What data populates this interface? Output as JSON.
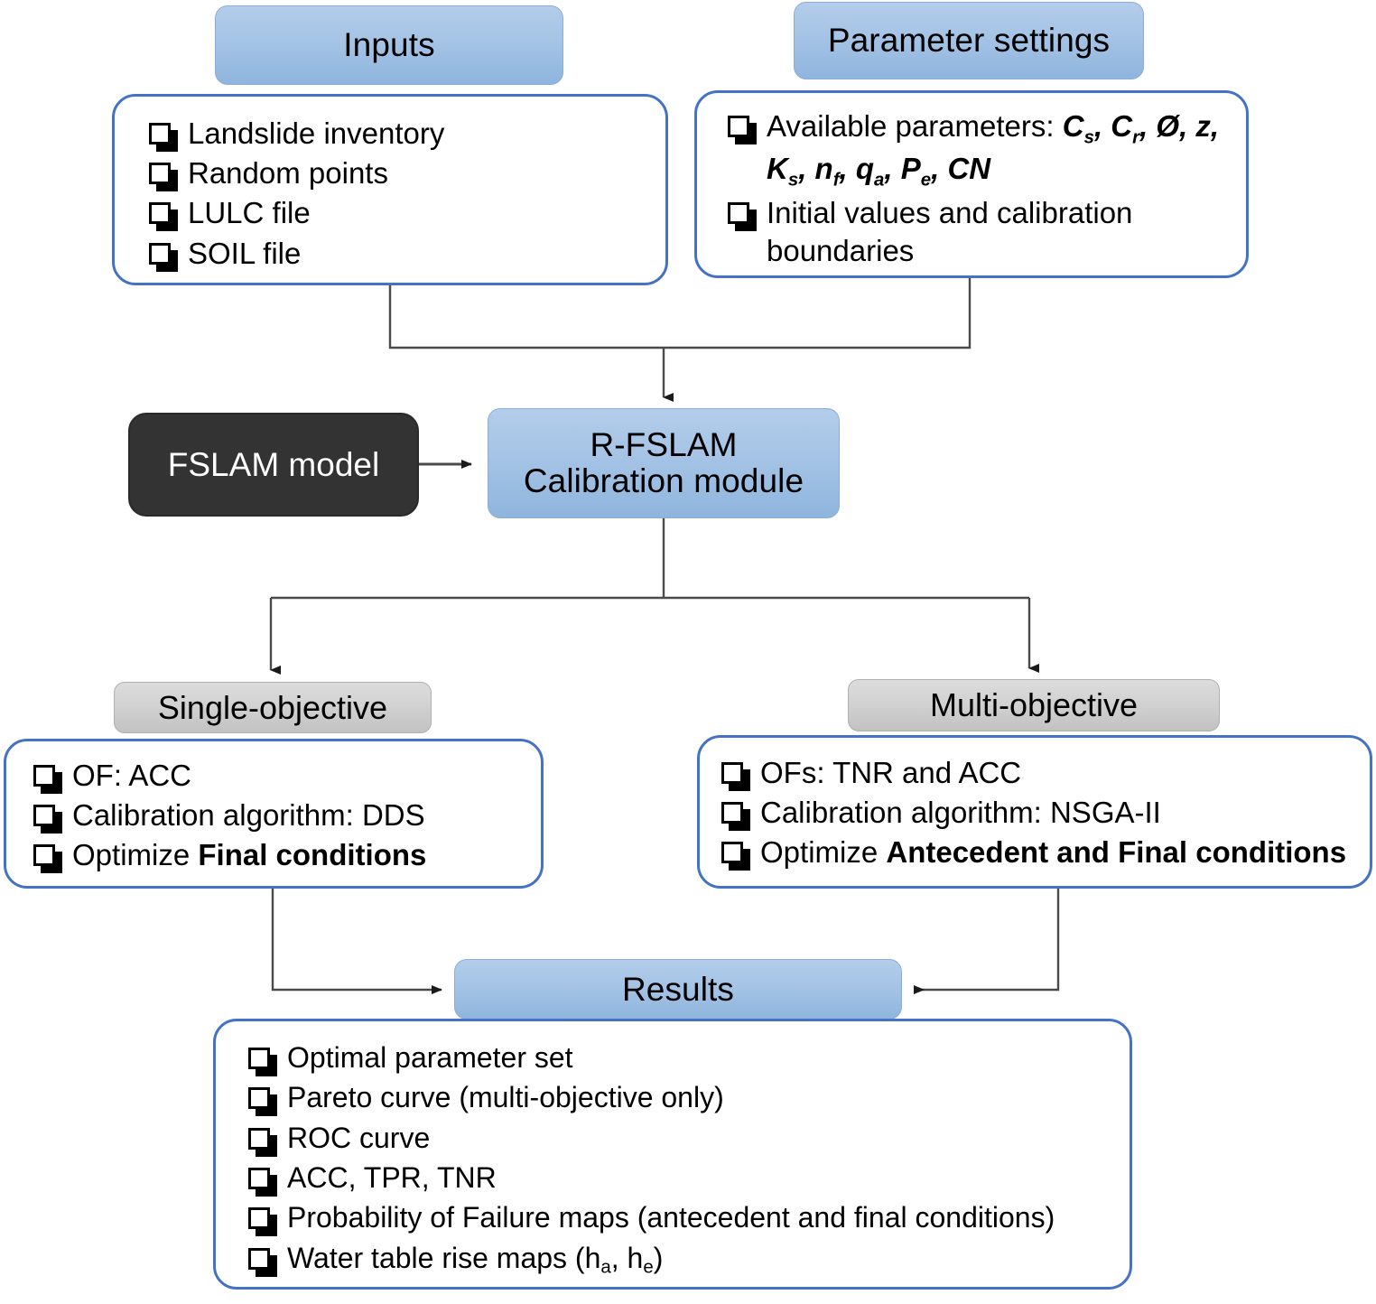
{
  "diagram": {
    "title": "R-FSLAM calibration module workflow",
    "colors": {
      "blue_fill": "#a6c4e6",
      "blue_border": "#4472c4",
      "gray_fill": "#d2d2d2",
      "dark_fill": "#333333",
      "connector": "#404040"
    }
  },
  "inputs": {
    "header": "Inputs",
    "items": [
      "Landslide inventory",
      "Random points",
      "LULC file",
      "SOIL file"
    ]
  },
  "parameter_settings": {
    "header": "Parameter settings",
    "items": [
      {
        "prefix": "Available parameters: ",
        "parameters": "Cs, Cr, Ø, z, Ks, nf, qa, Pe, CN"
      },
      {
        "text": "Initial values and calibration boundaries"
      }
    ]
  },
  "model": {
    "fslam_label": "FSLAM model",
    "calibration_line1": "R-FSLAM",
    "calibration_line2": "Calibration module"
  },
  "single_objective": {
    "header": "Single-objective",
    "items": [
      {
        "text": "OF: ACC"
      },
      {
        "text": "Calibration algorithm: DDS"
      },
      {
        "prefix": "Optimize ",
        "bold": "Final conditions"
      }
    ]
  },
  "multi_objective": {
    "header": "Multi-objective",
    "items": [
      {
        "text": "OFs: TNR and ACC"
      },
      {
        "text": "Calibration algorithm: NSGA-II"
      },
      {
        "prefix": "Optimize ",
        "bold": "Antecedent and Final conditions"
      }
    ]
  },
  "results": {
    "header": "Results",
    "items": [
      "Optimal parameter set",
      "Pareto curve (multi-objective only)",
      "ROC curve",
      "ACC, TPR, TNR",
      "Probability of Failure maps (antecedent and final conditions)",
      "Water table rise maps (ha, he)"
    ]
  }
}
